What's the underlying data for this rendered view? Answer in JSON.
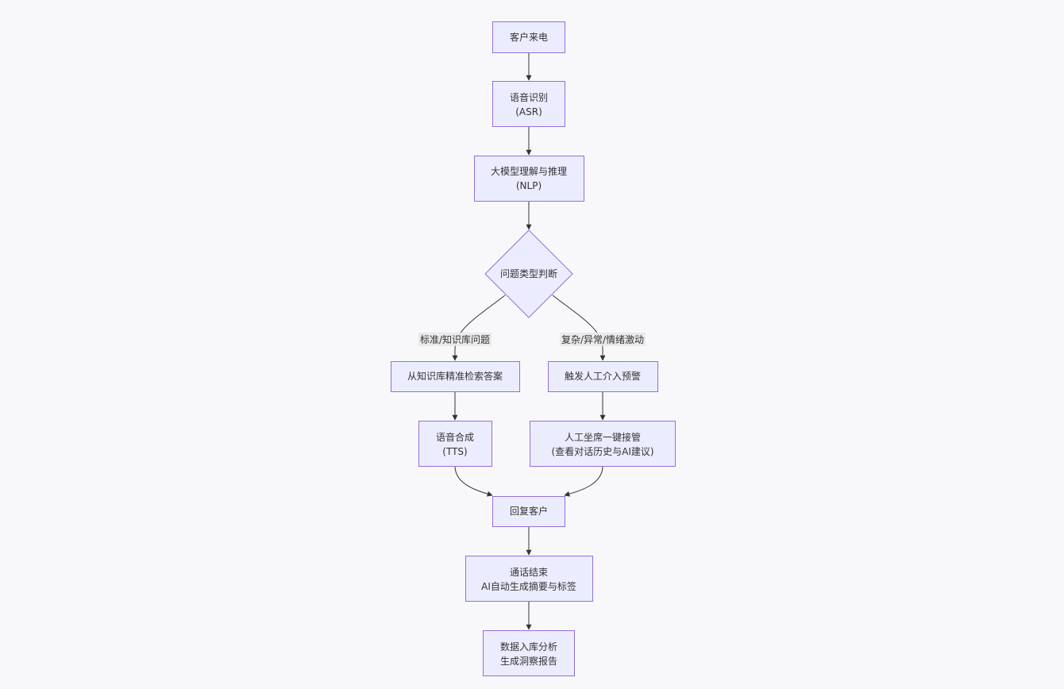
{
  "nodes": {
    "call_in": [
      "客户来电"
    ],
    "asr": [
      "语音识别",
      "(ASR)"
    ],
    "nlp": [
      "大模型理解与推理",
      "(NLP)"
    ],
    "decision": [
      "问题类型判断"
    ],
    "kb": [
      "从知识库精准检索答案"
    ],
    "alert": [
      "触发人工介入预警"
    ],
    "tts": [
      "语音合成",
      "(TTS)"
    ],
    "agent": [
      "人工坐席一键接管",
      "(查看对话历史与AI建议)"
    ],
    "reply": [
      "回复客户"
    ],
    "end": [
      "通话结束",
      "AI自动生成摘要与标签"
    ],
    "data": [
      "数据入库分析",
      "生成洞察报告"
    ]
  },
  "edge_labels": {
    "standard": "标准/知识库问题",
    "complex": "复杂/异常/情绪激动"
  },
  "colors": {
    "node_fill": "#ECECFF",
    "node_stroke": "#9370DB",
    "edge": "#333333"
  }
}
